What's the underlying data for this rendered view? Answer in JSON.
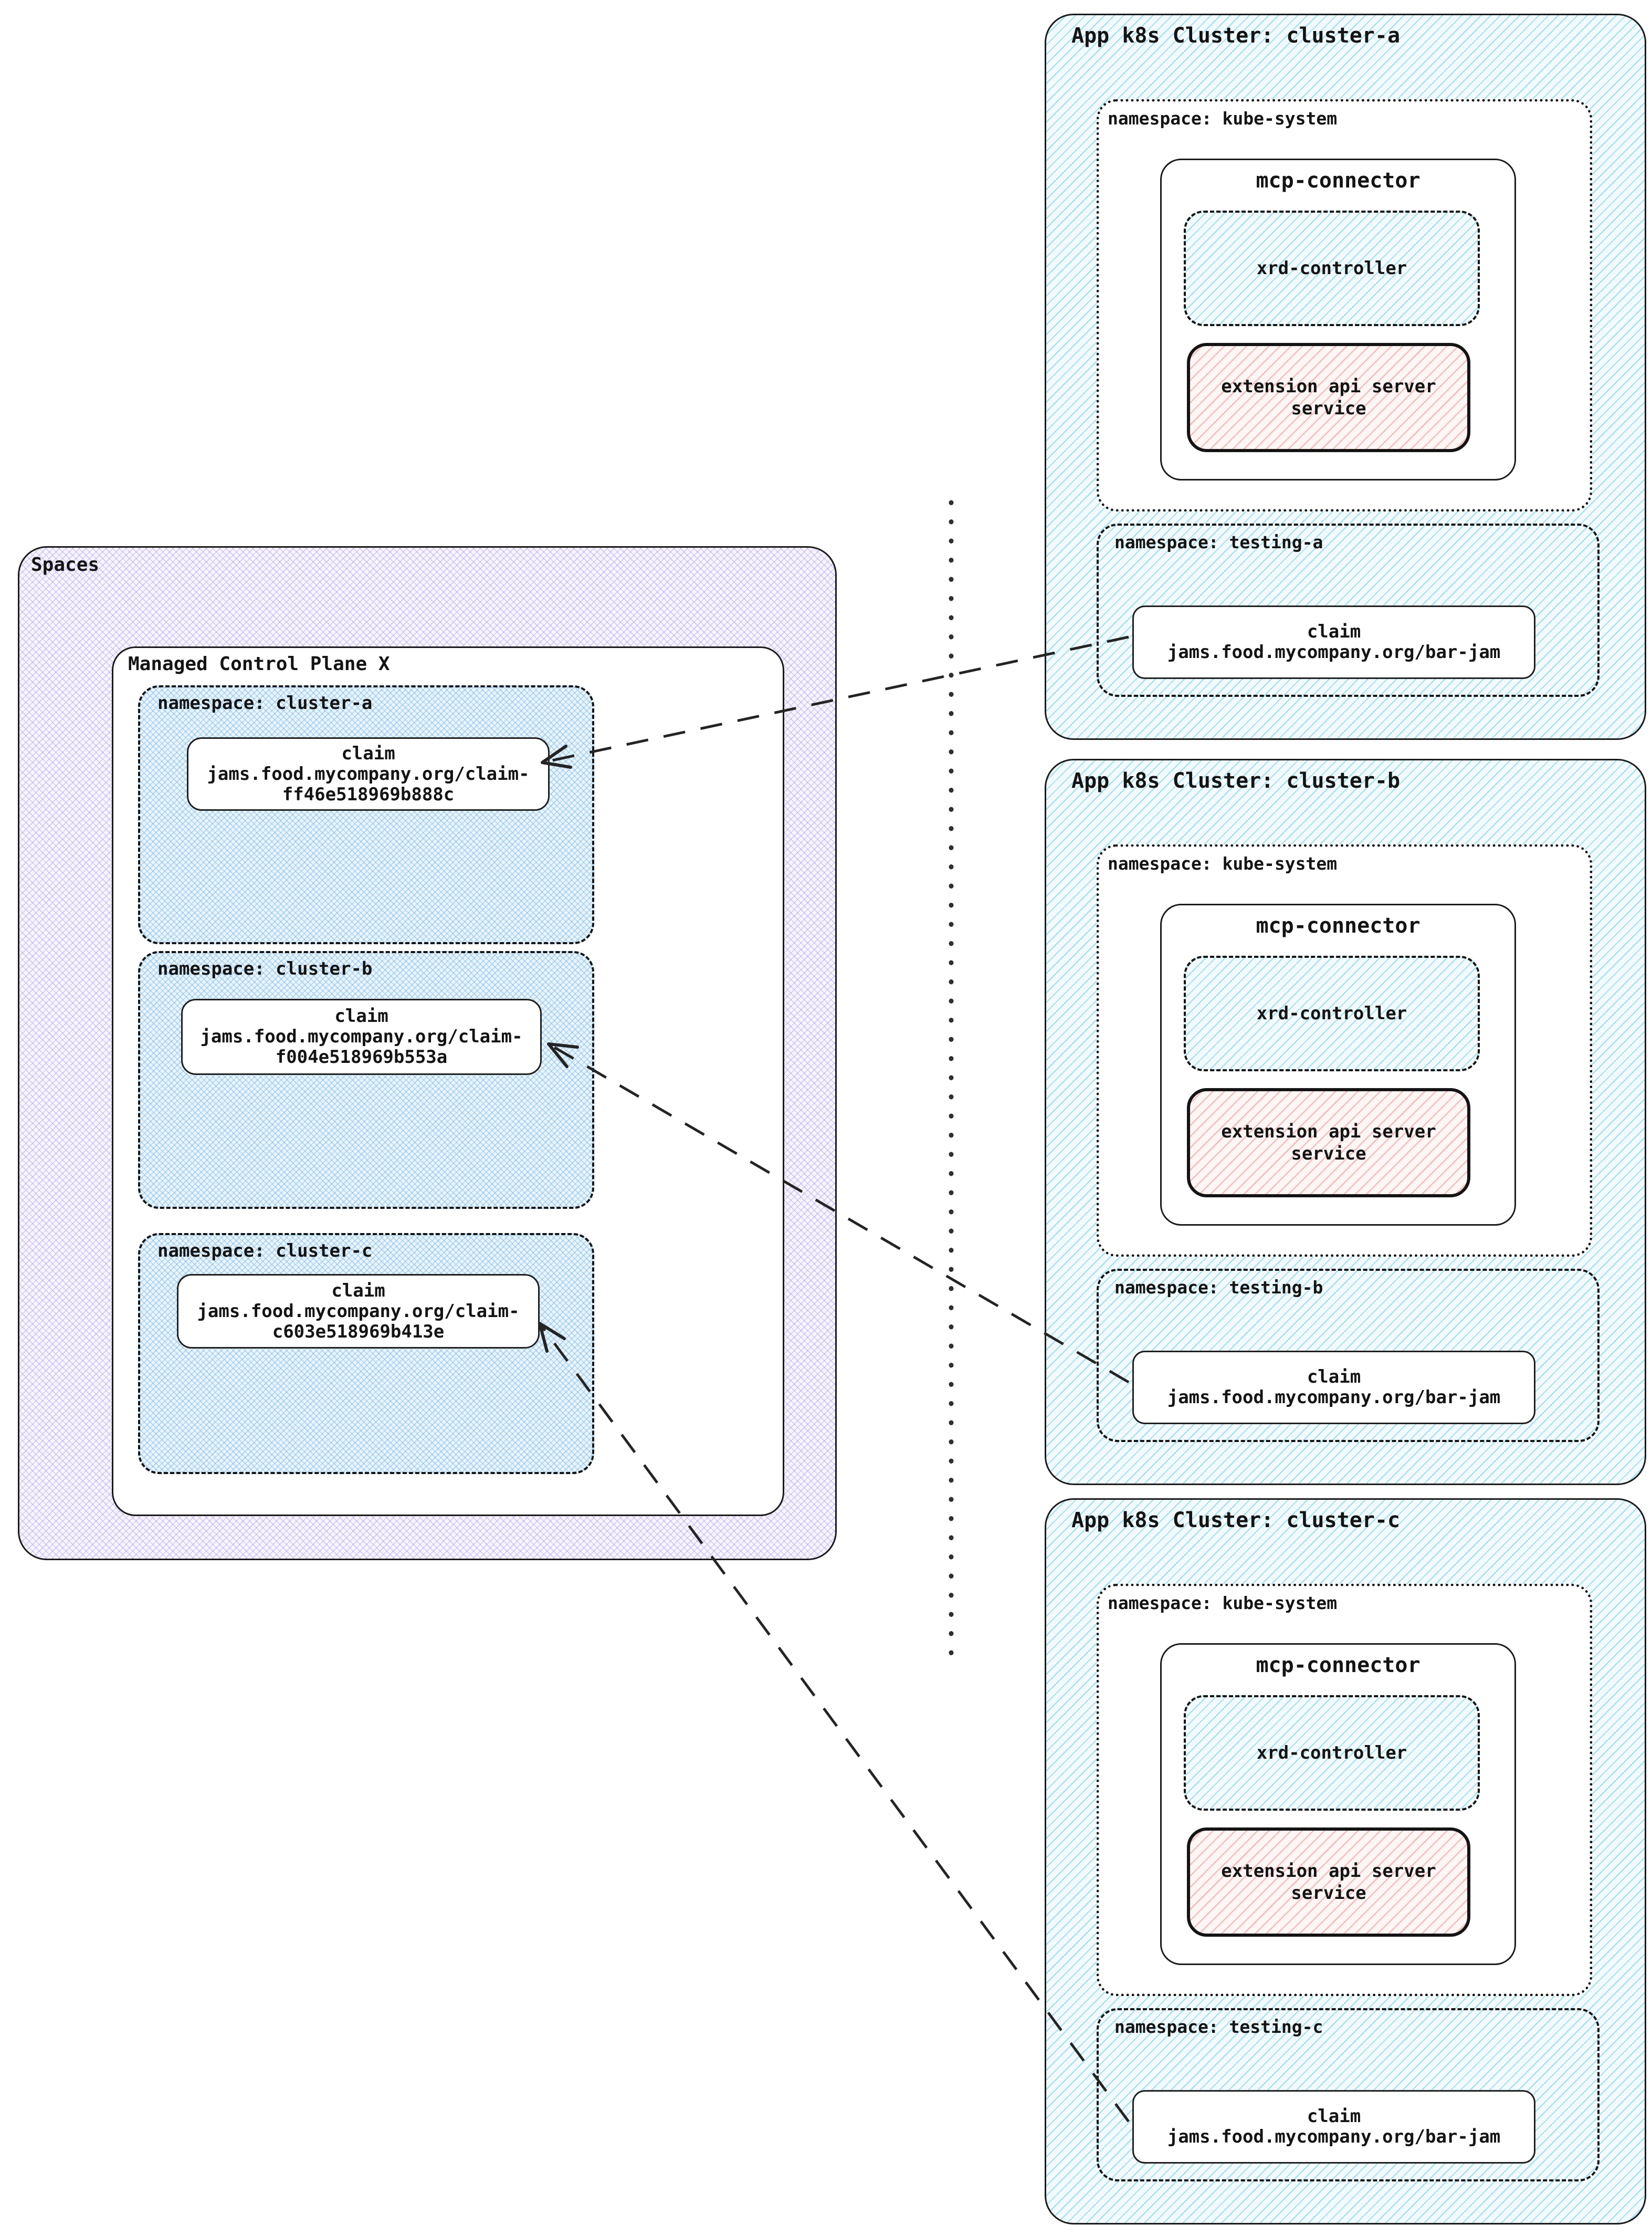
{
  "spaces": {
    "label": "Spaces",
    "control_plane": {
      "label": "Managed Control Plane X",
      "namespaces": [
        {
          "label": "namespace: cluster-a",
          "claim": {
            "title": "claim",
            "line1": "jams.food.mycompany.org/claim-",
            "line2": "ff46e518969b888c"
          }
        },
        {
          "label": "namespace: cluster-b",
          "claim": {
            "title": "claim",
            "line1": "jams.food.mycompany.org/claim-",
            "line2": "f004e518969b553a"
          }
        },
        {
          "label": "namespace: cluster-c",
          "claim": {
            "title": "claim",
            "line1": "jams.food.mycompany.org/claim-",
            "line2": "c603e518969b413e"
          }
        }
      ]
    }
  },
  "clusters": [
    {
      "title": "App k8s Cluster: cluster-a",
      "kube_system": {
        "label": "namespace: kube-system",
        "mcp_connector": {
          "label": "mcp-connector",
          "xrd_controller": "xrd-controller",
          "extension_api": "extension api server service"
        }
      },
      "testing": {
        "label": "namespace: testing-a",
        "claim": {
          "title": "claim",
          "line1": "jams.food.mycompany.org/bar-jam"
        }
      }
    },
    {
      "title": "App k8s Cluster: cluster-b",
      "kube_system": {
        "label": "namespace: kube-system",
        "mcp_connector": {
          "label": "mcp-connector",
          "xrd_controller": "xrd-controller",
          "extension_api": "extension api server service"
        }
      },
      "testing": {
        "label": "namespace: testing-b",
        "claim": {
          "title": "claim",
          "line1": "jams.food.mycompany.org/bar-jam"
        }
      }
    },
    {
      "title": "App k8s Cluster: cluster-c",
      "kube_system": {
        "label": "namespace: kube-system",
        "mcp_connector": {
          "label": "mcp-connector",
          "xrd_controller": "xrd-controller",
          "extension_api": "extension api server service"
        }
      },
      "testing": {
        "label": "namespace: testing-c",
        "claim": {
          "title": "claim",
          "line1": "jams.food.mycompany.org/bar-jam"
        }
      }
    }
  ],
  "connectors": [
    {
      "from": "namespace: testing-a claim",
      "to": "namespace: cluster-a claim"
    },
    {
      "from": "namespace: testing-b claim",
      "to": "namespace: cluster-b claim"
    },
    {
      "from": "namespace: testing-c claim",
      "to": "namespace: cluster-c claim"
    }
  ]
}
